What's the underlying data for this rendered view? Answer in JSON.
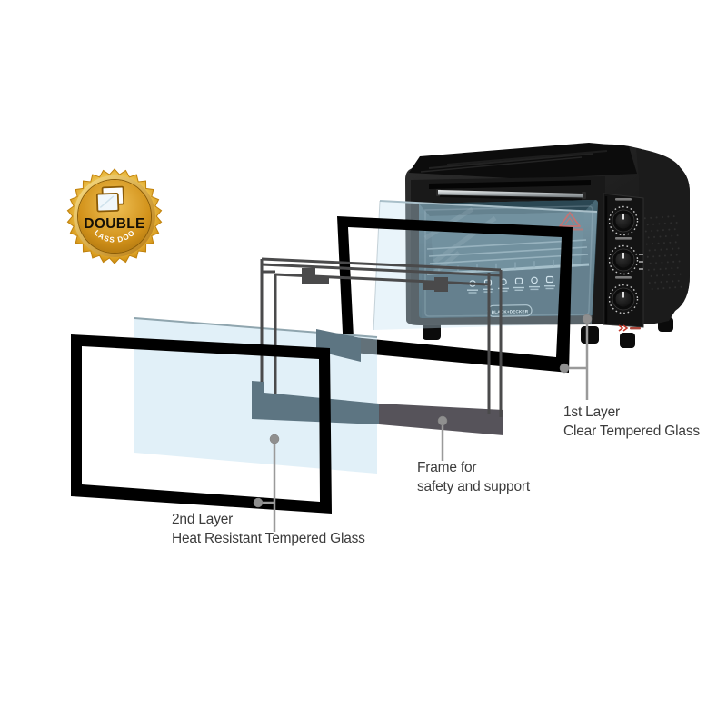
{
  "badge": {
    "title": "DOUBLE",
    "subtitle": "GLASS DOOR",
    "icon": "double-glass-pane-icon"
  },
  "oven": {
    "brand": "BLACK+DECKER",
    "knob_count": 3,
    "icons": {
      "warning": "hot-surface-warning-icon",
      "power": "power-indicator-icon",
      "presets": "cooking-preset-icons"
    }
  },
  "annotations": {
    "layer1": {
      "title": "1st Layer",
      "desc": "Clear Tempered Glass"
    },
    "frame": {
      "title": "Frame for",
      "desc": "safety and support"
    },
    "layer2": {
      "title": "2nd Layer",
      "desc": "Heat Resistant Tempered Glass"
    }
  },
  "colors": {
    "background": "#ffffff",
    "badge_gold": "#d8991c",
    "badge_gold_light": "#f3cf6e",
    "badge_gold_dark": "#a96f08",
    "badge_text_dark": "#161006",
    "badge_text_light": "#ffffff",
    "glass_pane_blue": "#d9ecf8",
    "frame_black": "#000000",
    "support_frame_line": "#4a4a4b",
    "support_band_slate": "#5d7582",
    "support_band_gray": "#56535a",
    "callout_gray": "#9a9a9a",
    "label_text": "#3c3c3c",
    "oven_glass_teal": "#35525f",
    "warning_red": "#c43026"
  }
}
